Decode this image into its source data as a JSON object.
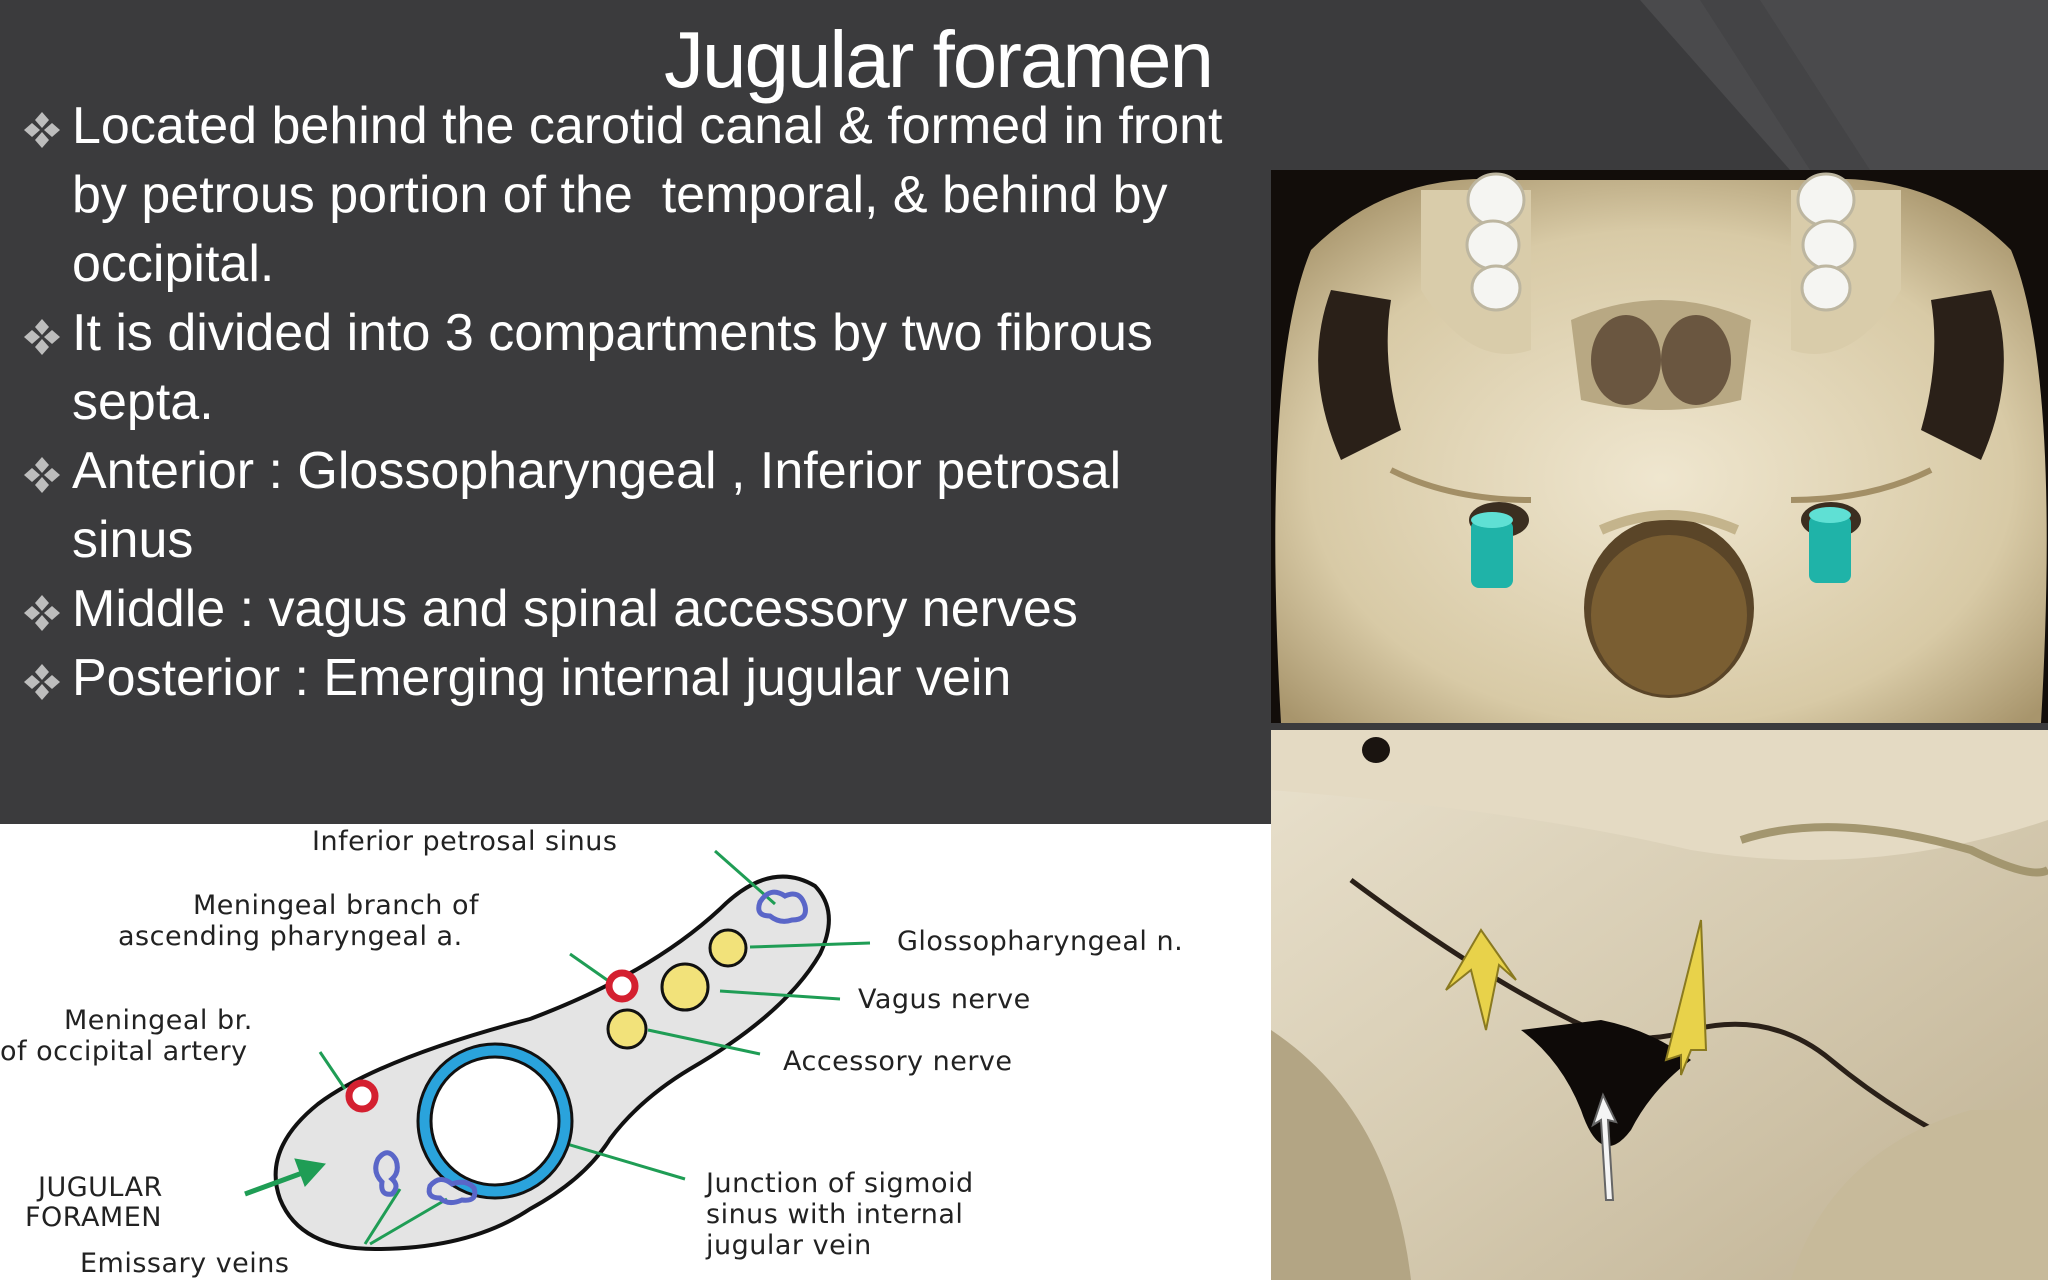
{
  "slide": {
    "title": "Jugular foramen",
    "bullets": [
      {
        "lines": [
          "Located behind the carotid canal & formed in front",
          "by petrous portion of the  temporal, & behind by",
          "occipital."
        ]
      },
      {
        "lines": [
          "It is divided into 3 compartments by two fibrous",
          "septa."
        ]
      },
      {
        "lines": [
          "Anterior : Glossopharyngeal , Inferior petrosal",
          "sinus"
        ]
      },
      {
        "lines": [
          "Middle : vagus and spinal accessory nerves"
        ]
      },
      {
        "lines": [
          "Posterior : Emerging internal jugular vein"
        ]
      }
    ]
  },
  "diagram": {
    "labels": {
      "inferior_petrosal_sinus": "Inferior petrosal sinus",
      "meningeal_branch_line1": "Meningeal branch of",
      "meningeal_branch_line2": "ascending pharyngeal a.",
      "glossopharyngeal": "Glossopharyngeal n.",
      "vagus": "Vagus nerve",
      "meningeal_occipital_line1": "Meningeal br.",
      "meningeal_occipital_line2": "of occipital artery",
      "accessory": "Accessory nerve",
      "jugular_line1": "JUGULAR",
      "jugular_line2": "FORAMEN",
      "junction_line1": "Junction of sigmoid",
      "junction_line2": "sinus with internal",
      "junction_line3": "jugular vein",
      "emissary": "Emissary veins"
    }
  },
  "colors": {
    "background": "#3b3b3d",
    "text": "#ffffff",
    "vein_blue": "#2aa3dc",
    "artery_red": "#d42030",
    "nerve_yellow": "#f2e27a",
    "leader_green": "#1f9d55",
    "bone": "#e6dcc4",
    "marker_teal": "#1fb3a8"
  }
}
